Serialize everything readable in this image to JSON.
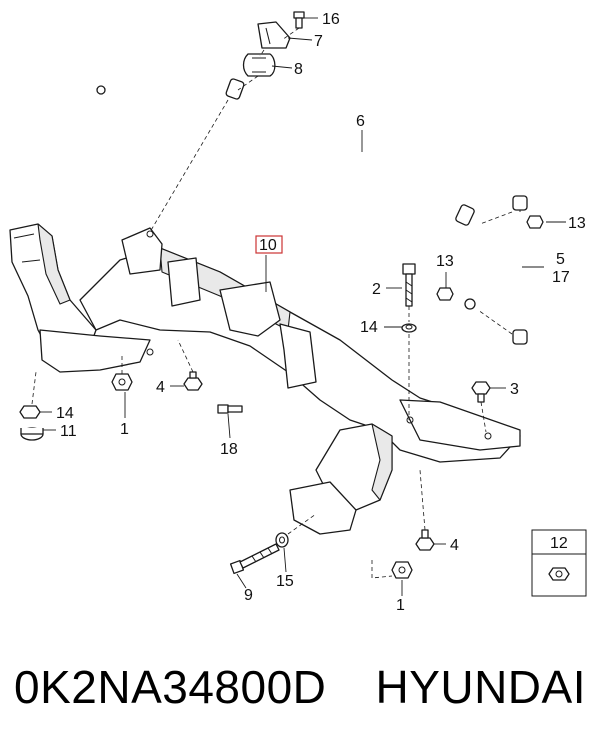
{
  "diagram": {
    "labels": {
      "p1a": "1",
      "p1b": "1",
      "p2": "2",
      "p3": "3",
      "p4a": "4",
      "p4b": "4",
      "p5": "5",
      "p6": "6",
      "p7": "7",
      "p8": "8",
      "p9": "9",
      "p10": "10",
      "p11": "11",
      "p12": "12",
      "p13a": "13",
      "p13b": "13",
      "p14a": "14",
      "p14b": "14",
      "p15": "15",
      "p16": "16",
      "p17": "17",
      "p18": "18"
    }
  },
  "caption": {
    "part_code": "0K2NA34800D",
    "brand": "HYUNDAI"
  },
  "colors": {
    "line": "#1a1a1a",
    "highlight_box": "#cc3333"
  }
}
